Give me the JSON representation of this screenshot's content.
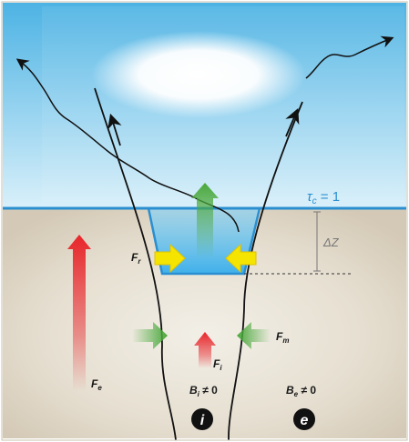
{
  "labels": {
    "tau_sym": "τ",
    "tau_sub": "c",
    "tau_eq": " = 1",
    "dz": "ΔZ",
    "fr_main": "F",
    "fr_sub": "r",
    "fm_main": "F",
    "fm_sub": "m",
    "fi_main": "F",
    "fi_sub": "i",
    "fe_main": "F",
    "fe_sub": "e",
    "bi_main": "B",
    "bi_sub": "i",
    "bi_rel": " ≠ 0",
    "be_main": "B",
    "be_sub": "e",
    "be_rel": " ≠ 0",
    "region_i": "i",
    "region_e": "e"
  },
  "colors": {
    "sky_top": "#5bb8e6",
    "sky_bottom": "#d7eff9",
    "ground": "#ddd3c3",
    "ground_light": "#efece3",
    "surface_line": "#2a8fd0",
    "flux_tube_fill": "#4fb6e8",
    "red_arrow": "#e8262b",
    "green_arrow": "#4aa83c",
    "yellow_arrow": "#f5e400",
    "tau_label": "#2a8fd0",
    "dz_label": "#777777"
  },
  "icons": [
    "wavy-arrow-left",
    "wavy-arrow-right",
    "wavy-ray"
  ]
}
